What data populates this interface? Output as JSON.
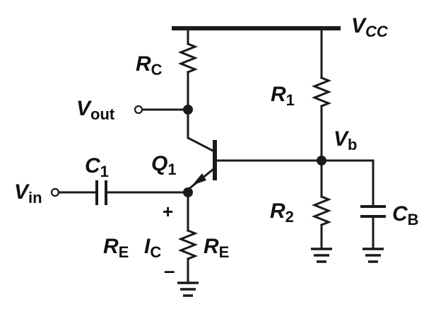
{
  "labels": {
    "vcc": {
      "main": "V",
      "sub": "CC"
    },
    "rc": {
      "main": "R",
      "sub": "C"
    },
    "vout": {
      "main": "V",
      "sub": "out"
    },
    "r1": {
      "main": "R",
      "sub": "1"
    },
    "vb": {
      "main": "V",
      "sub": "b"
    },
    "c1": {
      "main": "C",
      "sub": "1"
    },
    "q1": {
      "main": "Q",
      "sub": "1"
    },
    "vin": {
      "main": "V",
      "sub": "in"
    },
    "r2": {
      "main": "R",
      "sub": "2"
    },
    "cb": {
      "main": "C",
      "sub": "B"
    },
    "re_left": {
      "main": "R",
      "sub": "E"
    },
    "ic": {
      "main": "I",
      "sub": "C"
    },
    "re_right": {
      "main": "R",
      "sub": "E"
    },
    "plus": "+",
    "minus": "–"
  }
}
